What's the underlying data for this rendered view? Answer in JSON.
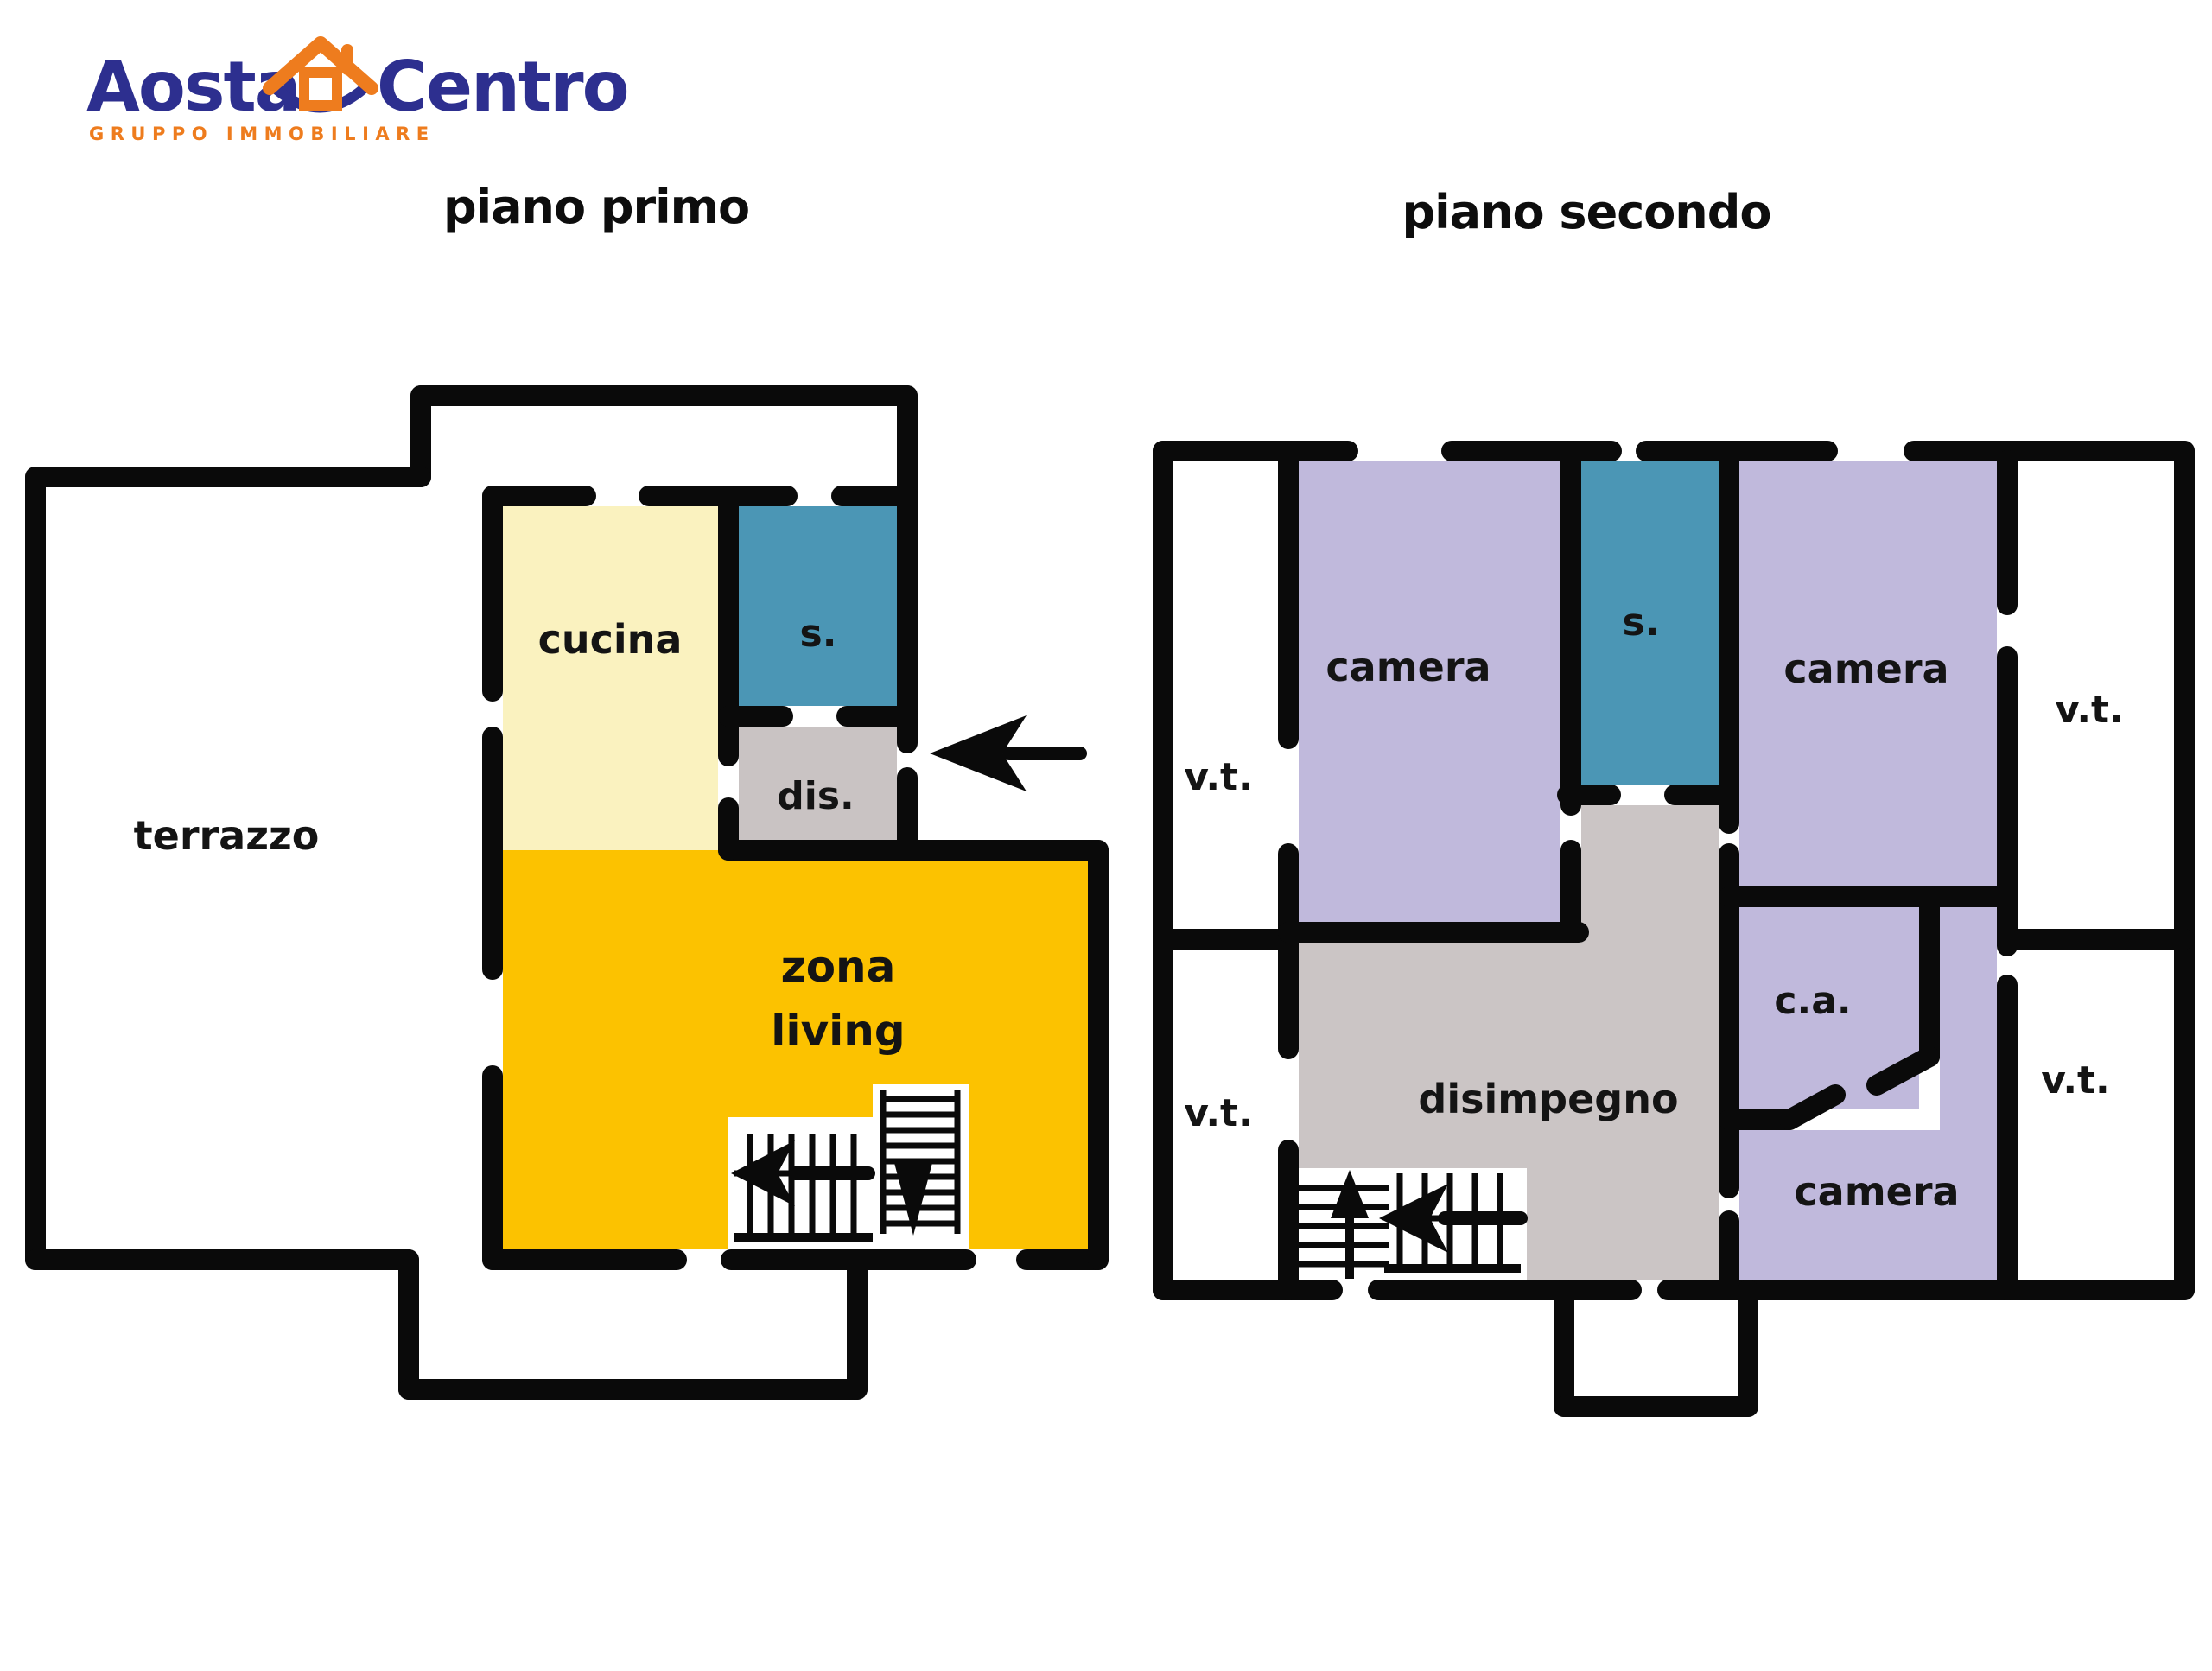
{
  "logo": {
    "word1": "Aosta",
    "word2": "Centro",
    "tagline": "GRUPPO IMMOBILIARE",
    "blue": "#2D2F8F",
    "orange": "#EE7C1E"
  },
  "floor1": {
    "title": "piano primo",
    "labels": {
      "terrazzo": "terrazzo",
      "cucina": "cucina",
      "s": "s.",
      "dis": "dis.",
      "zona1": "zona",
      "zona2": "living"
    },
    "colors": {
      "kitchen_pale": "#FAF2BF",
      "living_amber": "#FCC200",
      "bath_blue": "#4B96B5",
      "hall_gray": "#C9C3C3"
    }
  },
  "floor2": {
    "title": "piano secondo",
    "labels": {
      "camera_nw": "camera",
      "s": "s.",
      "camera_ne": "camera",
      "vt_nw": "v.t.",
      "vt_ne": "v.t.",
      "vt_sw": "v.t.",
      "vt_se": "v.t.",
      "disimpegno": "disimpegno",
      "ca": "c.a.",
      "camera_se": "camera"
    },
    "colors": {
      "bedroom_lavender": "#C0B9DC",
      "bath_blue": "#4B96B5",
      "hall_gray": "#CBC5C5"
    }
  },
  "wall_color": "#0a0a0a"
}
